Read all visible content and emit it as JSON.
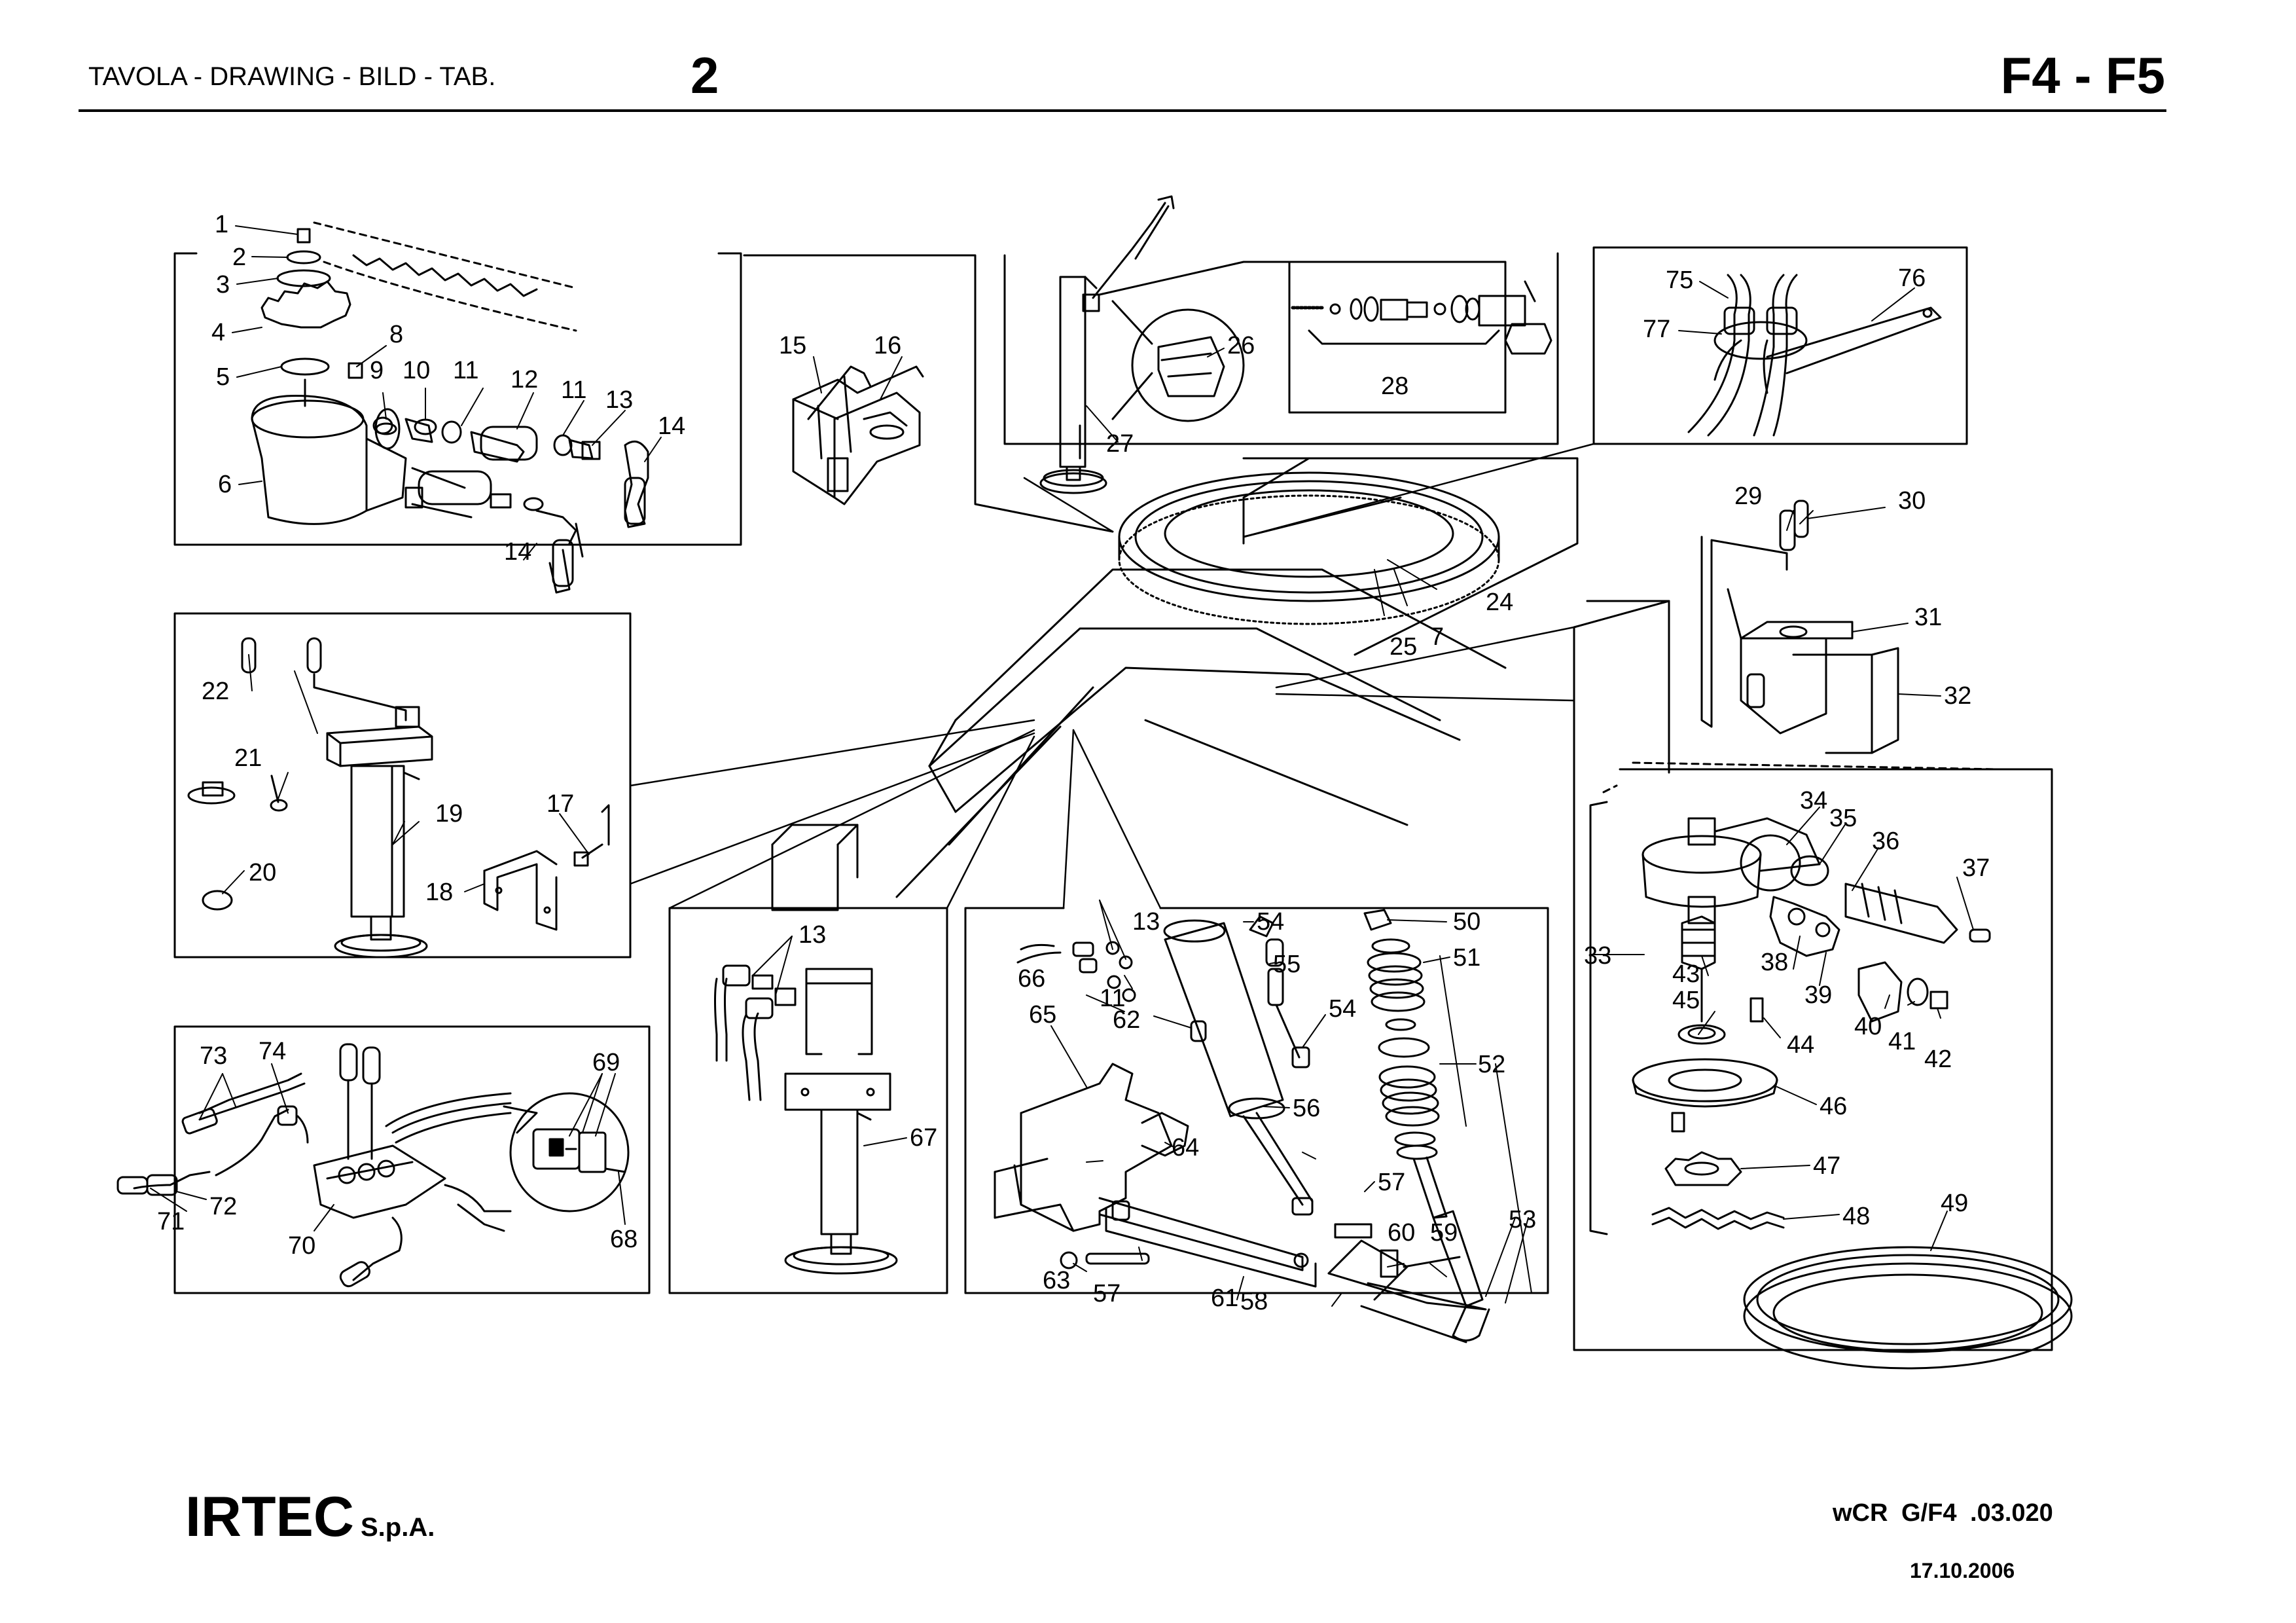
{
  "header": {
    "title": "TAVOLA - DRAWING - BILD - TAB.",
    "table_number": "2",
    "model": "F4 - F5"
  },
  "footer": {
    "company": "IRTEC",
    "company_suffix": "S.p.A.",
    "reference": "wCR    G/F4    .03.020",
    "date": "17.10.2006"
  },
  "part_labels": {
    "p1": "1",
    "p2": "2",
    "p3": "3",
    "p4": "4",
    "p5": "5",
    "p6": "6",
    "p7": "7",
    "p8": "8",
    "p9": "9",
    "p10": "10",
    "p11a": "11",
    "p11b": "11",
    "p11c": "11",
    "p12": "12",
    "p13a": "13",
    "p13b": "13",
    "p13c": "13",
    "p14a": "14",
    "p14b": "14",
    "p15": "15",
    "p16": "16",
    "p17": "17",
    "p18": "18",
    "p19": "19",
    "p20": "20",
    "p21": "21",
    "p22": "22",
    "p24": "24",
    "p25": "25",
    "p26": "26",
    "p27": "27",
    "p28": "28",
    "p29": "29",
    "p30": "30",
    "p31": "31",
    "p32": "32",
    "p33": "33",
    "p34": "34",
    "p35": "35",
    "p36": "36",
    "p37": "37",
    "p38": "38",
    "p39": "39",
    "p40": "40",
    "p41": "41",
    "p42": "42",
    "p43": "43",
    "p44": "44",
    "p45": "45",
    "p46": "46",
    "p47": "47",
    "p48": "48",
    "p49": "49",
    "p50": "50",
    "p51": "51",
    "p52": "52",
    "p53": "53",
    "p54a": "54",
    "p54b": "54",
    "p55": "55",
    "p56": "56",
    "p57a": "57",
    "p57b": "57",
    "p58": "58",
    "p59": "59",
    "p60": "60",
    "p61": "61",
    "p62": "62",
    "p63": "63",
    "p64": "64",
    "p65": "65",
    "p66": "66",
    "p67": "67",
    "p68": "68",
    "p69": "69",
    "p70": "70",
    "p71": "71",
    "p72": "72",
    "p73": "73",
    "p74": "74",
    "p75": "75",
    "p76": "76",
    "p77": "77"
  }
}
